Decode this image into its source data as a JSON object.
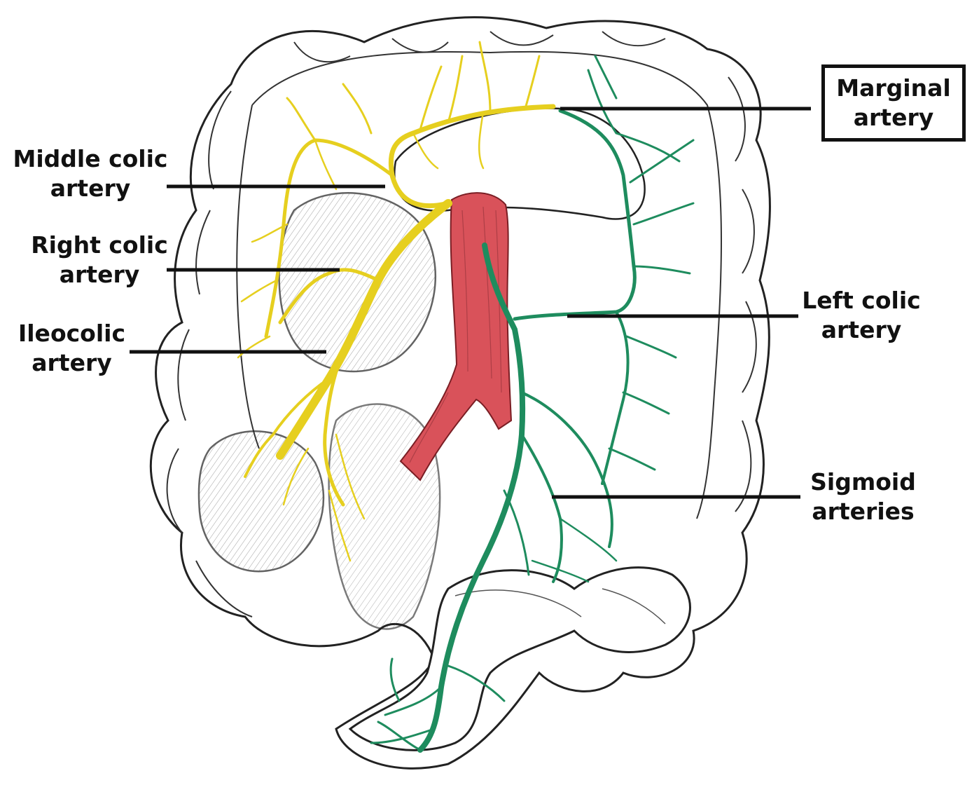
{
  "colors": {
    "background": "#ffffff",
    "outline": "#222222",
    "yellow_vessels": "#e6cf1f",
    "green_vessels": "#1e8c5e",
    "aorta": "#d9525a",
    "leader_lines": "#111111"
  },
  "labels": {
    "marginal": [
      "Marginal",
      "artery"
    ],
    "middle_colic": [
      "Middle colic",
      "artery"
    ],
    "right_colic": [
      "Right colic",
      "artery"
    ],
    "ileocolic": [
      "Ileocolic",
      "artery"
    ],
    "left_colic": [
      "Left colic",
      "artery"
    ],
    "sigmoid": [
      "Sigmoid",
      "arteries"
    ]
  }
}
